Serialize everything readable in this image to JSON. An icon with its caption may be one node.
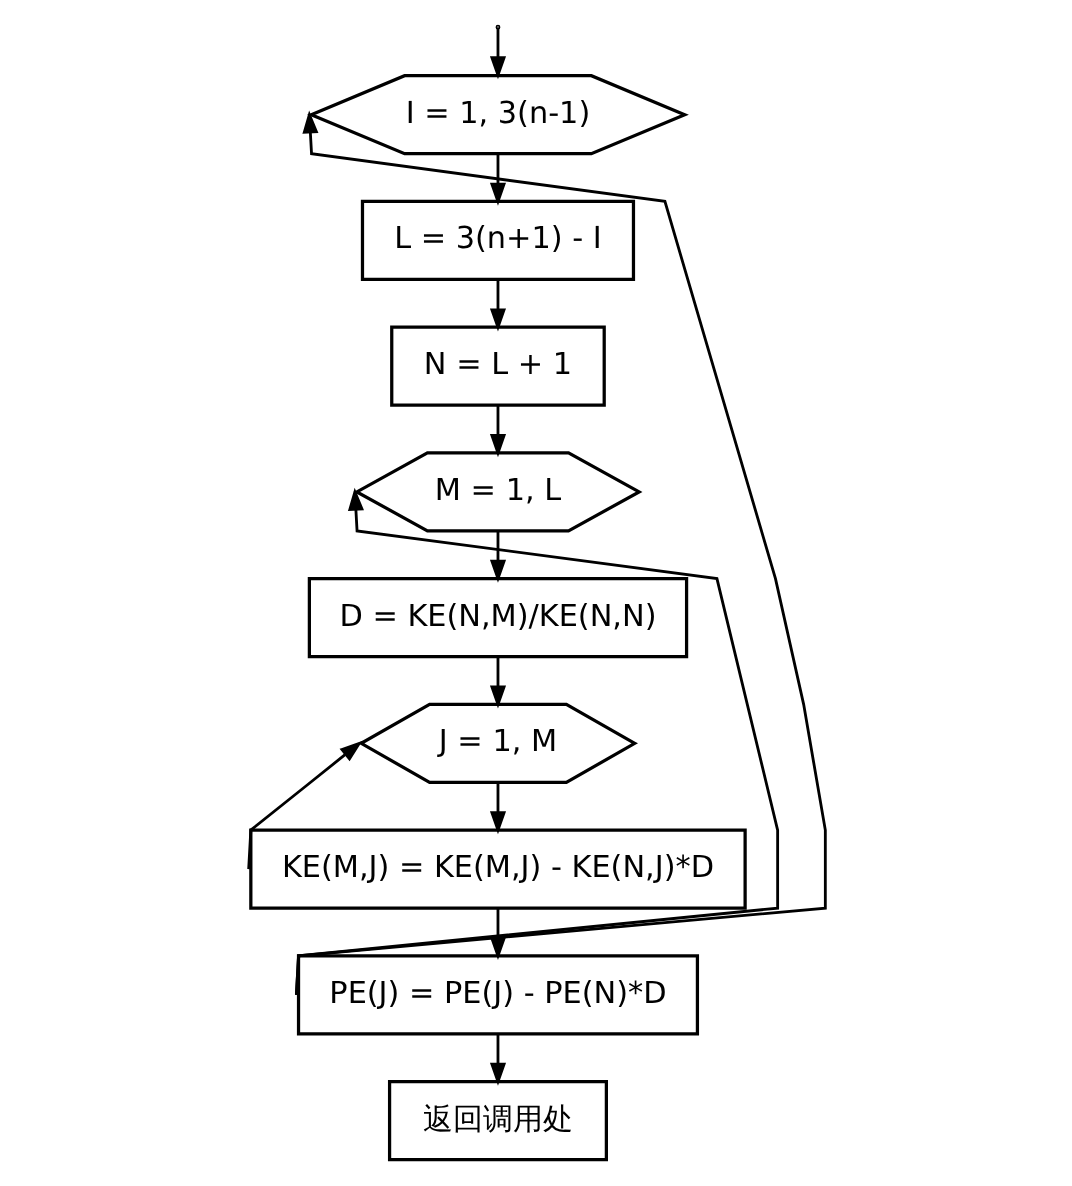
{
  "diagram": {
    "nodes": [
      {
        "text": [
          "I = 1, 3(n-1)"
        ]
      },
      {
        "text": [
          "L = 3(n+1) - I"
        ]
      },
      {
        "text": [
          "N = L + 1"
        ]
      },
      {
        "text": [
          "M = 1, L"
        ]
      },
      {
        "text": [
          "D = KE(N,M)/KE(N,N)"
        ]
      },
      {
        "text": [
          "J = 1, M"
        ]
      },
      {
        "text": [
          "KE(M,J) = KE(M,J) - KE(N,J)*D"
        ]
      },
      {
        "text": [
          "PE(J) = PE(J) - PE(N)*D"
        ]
      },
      {
        "text": [
          "返回调用处"
        ]
      }
    ],
    "edges": [
      {
        "from": null,
        "to": 0,
        "arrow": "to"
      },
      {
        "from": 0,
        "to": 1,
        "arrow": "to"
      },
      {
        "from": 1,
        "to": 2,
        "arrow": "to"
      },
      {
        "from": 2,
        "to": 3,
        "arrow": "to"
      },
      {
        "from": 3,
        "to": 4,
        "arrow": "to"
      },
      {
        "from": 4,
        "to": 5,
        "arrow": "to"
      },
      {
        "from": 5,
        "to": 6,
        "arrow": "to"
      },
      {
        "from": 6,
        "to": 7,
        "arrow": "to"
      },
      {
        "from": 6,
        "to": 5,
        "arrow": "to"
      },
      {
        "from": 7,
        "to": 3,
        "arrow": "to"
      },
      {
        "from": 7,
        "to": 0,
        "arrow": "to"
      },
      {
        "from": 7,
        "to": 8,
        "arrow": "to"
      }
    ]
  }
}
